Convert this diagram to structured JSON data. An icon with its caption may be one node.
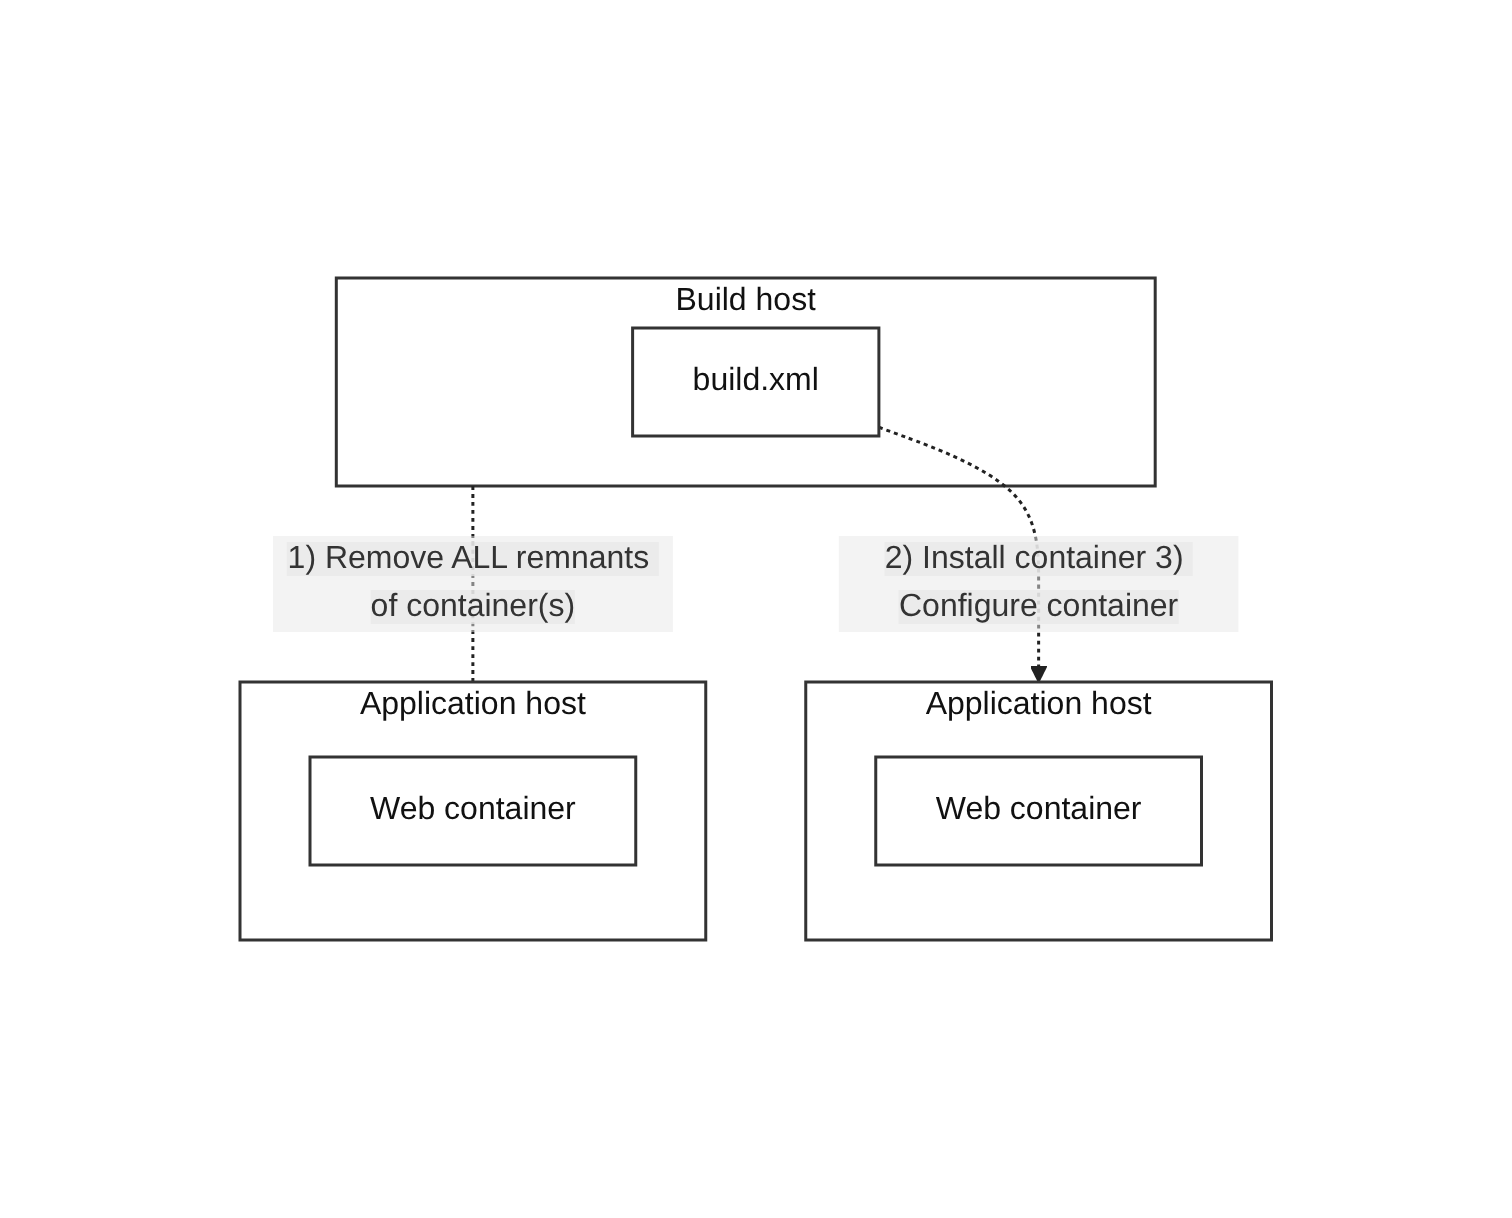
{
  "diagram": {
    "nodes": [
      {
        "text": [
          "Build host"
        ]
      },
      {
        "text": [
          "build.xml"
        ],
        "in": 0
      },
      {
        "text": [
          "Application host"
        ]
      },
      {
        "text": [
          "Web container"
        ],
        "in": 2
      },
      {
        "text": [
          "Application host"
        ]
      },
      {
        "text": [
          "Web container"
        ],
        "in": 4
      }
    ],
    "edges": [
      {
        "from": 0,
        "to": 2,
        "arrow": "none",
        "style": "dashed",
        "label": "1) Remove ALL remnants of container(s)"
      },
      {
        "from": 1,
        "to": 4,
        "arrow": "to",
        "style": "dashed",
        "label": "2) Install container 3) Configure container"
      }
    ]
  }
}
